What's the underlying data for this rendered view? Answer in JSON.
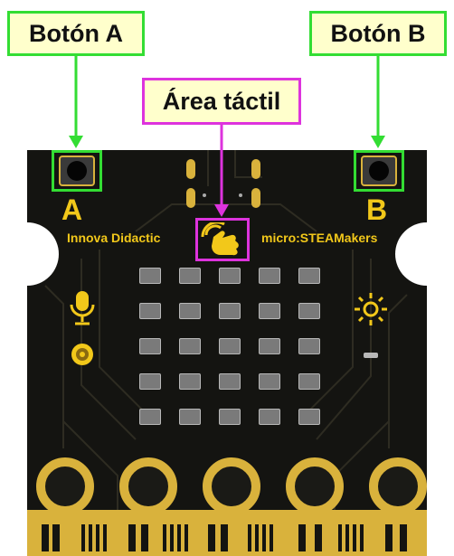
{
  "callouts": {
    "button_a": "Botón A",
    "button_b": "Botón B",
    "touch_area": "Área táctil"
  },
  "board": {
    "letter_a": "A",
    "letter_b": "B",
    "brand_left": "Innova Didactic",
    "brand_right": "micro:STEAMakers",
    "led_rows": 5,
    "led_cols": 5
  },
  "colors": {
    "button_highlight": "#33dd33",
    "touch_highlight": "#dd33dd",
    "callout_fill": "#ffffcc",
    "silkscreen": "#f2c81a",
    "pcb": "#141411"
  },
  "icons": [
    "microphone-icon",
    "buzzer-icon",
    "hand-touch-icon",
    "sun-light-icon"
  ]
}
